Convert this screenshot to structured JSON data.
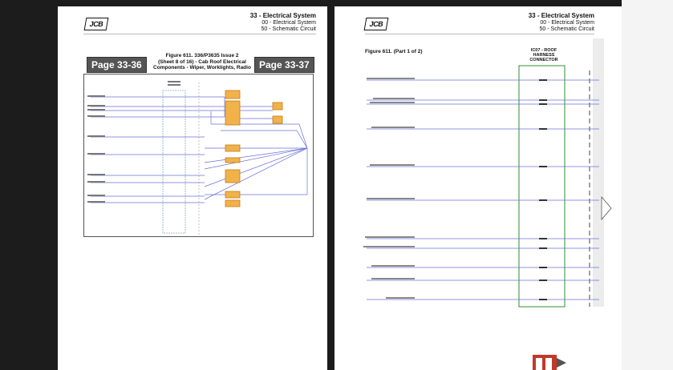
{
  "left_page": {
    "header": {
      "section": "33 - Electrical System",
      "sub1": "00 - Electrical System",
      "sub2": "50 - Schematic Circuit"
    },
    "figure_title": [
      "Figure 611. 336/P3635 Issue 2",
      "(Sheet 8 of 16) - Cab Roof Electrical",
      "Components - Wiper, Worklights, Radio"
    ],
    "prev_button": "Page 33-36",
    "next_button": "Page 33-37"
  },
  "right_page": {
    "header": {
      "section": "33 - Electrical System",
      "sub1": "00 - Electrical System",
      "sub2": "50 - Schematic Circuit"
    },
    "figure_title": "Figure 611. (Part 1 of 2)",
    "connector_label": [
      "IC07 - ROOF",
      "HARNESS",
      "CONNECTOR"
    ]
  },
  "logo_text": "JCB",
  "colors": {
    "wire": "#6a72d8",
    "fuse": "#e9a23b",
    "connector": "#2f8f2f",
    "nav_button": "#555555"
  }
}
